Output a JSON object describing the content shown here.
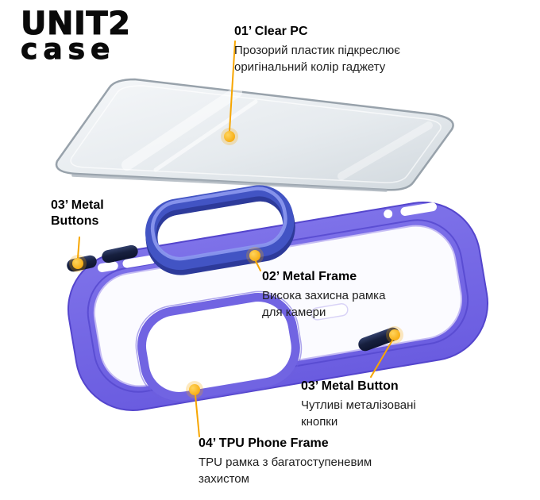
{
  "brand": {
    "line1": "UNIT2",
    "line2": "case"
  },
  "callouts": {
    "clear_pc": {
      "title": "01’ Clear PC",
      "desc": "Прозорий пластик підкреслює\nоригінальний колір гаджету"
    },
    "metal_buttons": {
      "title": "03’ Metal\nButtons"
    },
    "metal_frame": {
      "title": "02’ Metal Frame",
      "desc": "Висока захисна рамка\nдля камери"
    },
    "metal_button": {
      "title": "03’ Metal Button",
      "desc": "Чутливі металізовані\nкнопки"
    },
    "tpu_frame": {
      "title": "04’ TPU Phone Frame",
      "desc": "TPU рамка з багатоступеневим\nзахистом"
    }
  },
  "illustration": {
    "parts": [
      "clear-pc-plate",
      "camera-metal-frame",
      "tpu-case",
      "metal-buttons-left",
      "metal-button-right",
      "marker-dots"
    ]
  },
  "colors": {
    "accent": "#F7A600",
    "marker_dot": "#FFB300",
    "case_purple": "#7366E3",
    "case_purple_dark": "#5445CD",
    "metal_frame_blue": "#4254C4",
    "button_navy": "#1A2342",
    "glass_edge": "#98A2AB",
    "text": "#111111",
    "background": "#FFFFFF"
  }
}
